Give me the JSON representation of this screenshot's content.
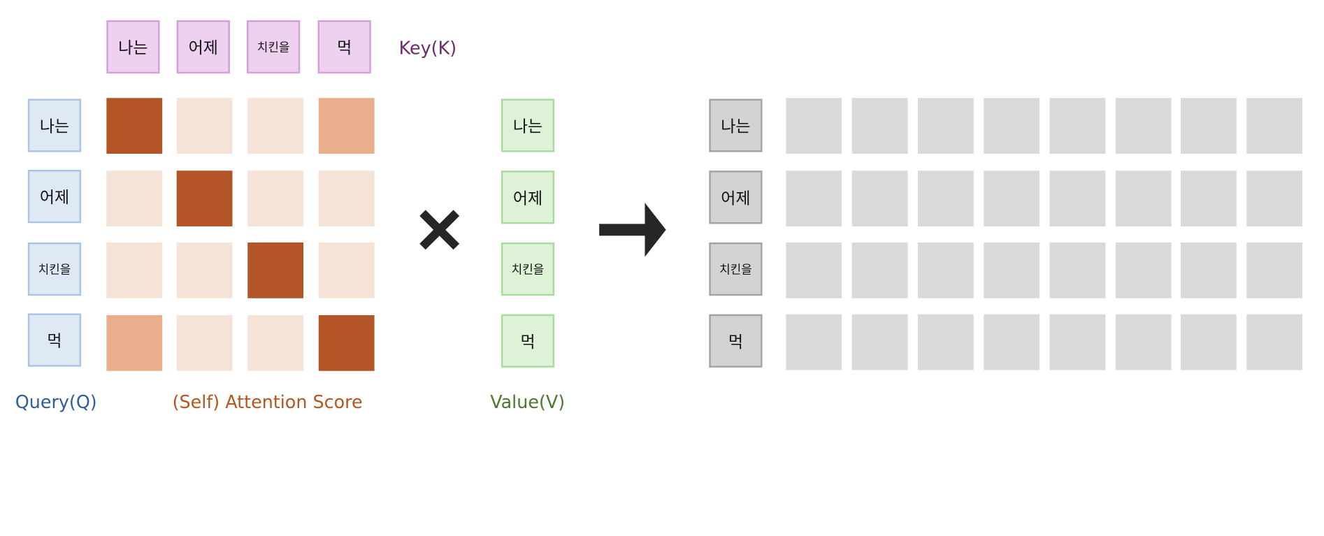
{
  "tokens": [
    "나는",
    "어제",
    "치킨을",
    "먹"
  ],
  "labels": {
    "key": "Key(K)",
    "query": "Query(Q)",
    "score": "(Self) Attention Score",
    "value": "Value(V)"
  },
  "colors": {
    "key_text": "#6e2a6e",
    "query_text": "#2f5f97",
    "score_text": "#b5561f",
    "value_text": "#4b7a2d",
    "score_strong": "#b35527",
    "score_medium": "#e9ae8b",
    "score_weak": "#f6e3d8",
    "symbol": "#262626"
  },
  "attention_levels": [
    [
      "strong",
      "weak",
      "weak",
      "medium"
    ],
    [
      "weak",
      "strong",
      "weak",
      "weak"
    ],
    [
      "weak",
      "weak",
      "strong",
      "weak"
    ],
    [
      "medium",
      "weak",
      "weak",
      "strong"
    ]
  ],
  "output": {
    "rows": 4,
    "cols": 8
  },
  "icons": {
    "operator": "multiply-icon",
    "result": "arrow-right-icon"
  }
}
